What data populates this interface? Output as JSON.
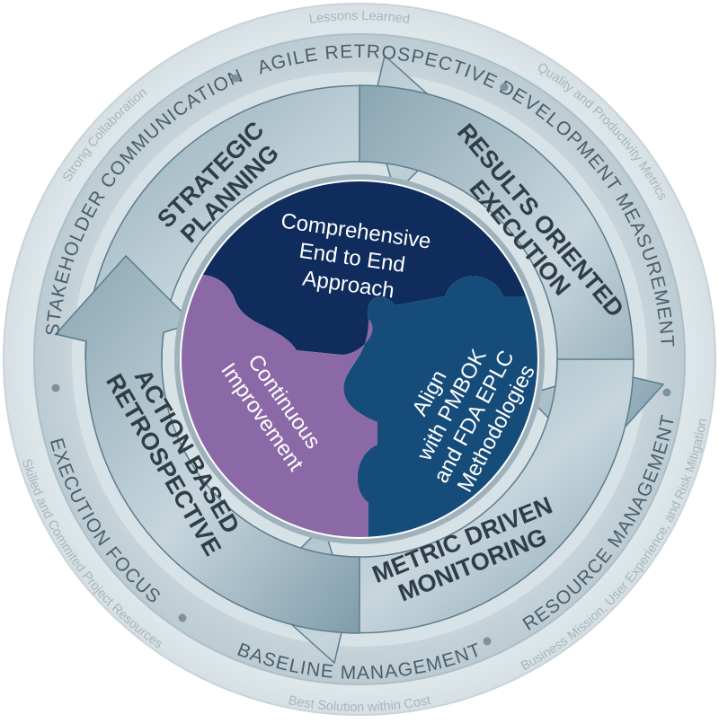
{
  "outer_ring": {
    "top": "Lessons Learned",
    "upper_right": "Quality and Productivity Metrics",
    "right": "Business Mission, User Experience, and Risk Mitigation",
    "bottom": "Best Solution within Cost",
    "left": "Skilled and Commited Project Resources",
    "upper_left": "Strong Collaboration"
  },
  "middle_ring": {
    "top": "AGILE RETROSPECTIVE",
    "upper_right": "DEVELOPMENT MEASUREMENT",
    "lower_right": "RESOURCE MANAGEMENT",
    "bottom": "BASELINE MANAGEMENT",
    "lower_left": "EXECUTION FOCUS",
    "upper_left": "STAKEHOLDER COMMUNICATION"
  },
  "phases": {
    "strategic_planning": [
      "STRATEGIC",
      "PLANNING"
    ],
    "results_execution": [
      "RESULTS ORIENTED",
      "EXECUTION"
    ],
    "metric_monitoring": [
      "METRIC DRIVEN",
      "MONITORING"
    ],
    "action_retrospective": [
      "ACTION BASED",
      "RETROSPECTIVE"
    ]
  },
  "core": {
    "comprehensive": [
      "Comprehensive",
      "End to End",
      "Approach"
    ],
    "align": [
      "Align",
      "with PMBOK",
      "and FDA EPLC",
      "Methodologies"
    ],
    "continuous": [
      "Continuous",
      "Improvement"
    ]
  },
  "colors": {
    "outer_ring": "#e3ebee",
    "middle_ring": "#c4d2d8",
    "arrow": "#6f8d9c",
    "puzzle_navy": "#0e2b5c",
    "puzzle_blue": "#174a78",
    "puzzle_purple": "#8c6aa8"
  }
}
